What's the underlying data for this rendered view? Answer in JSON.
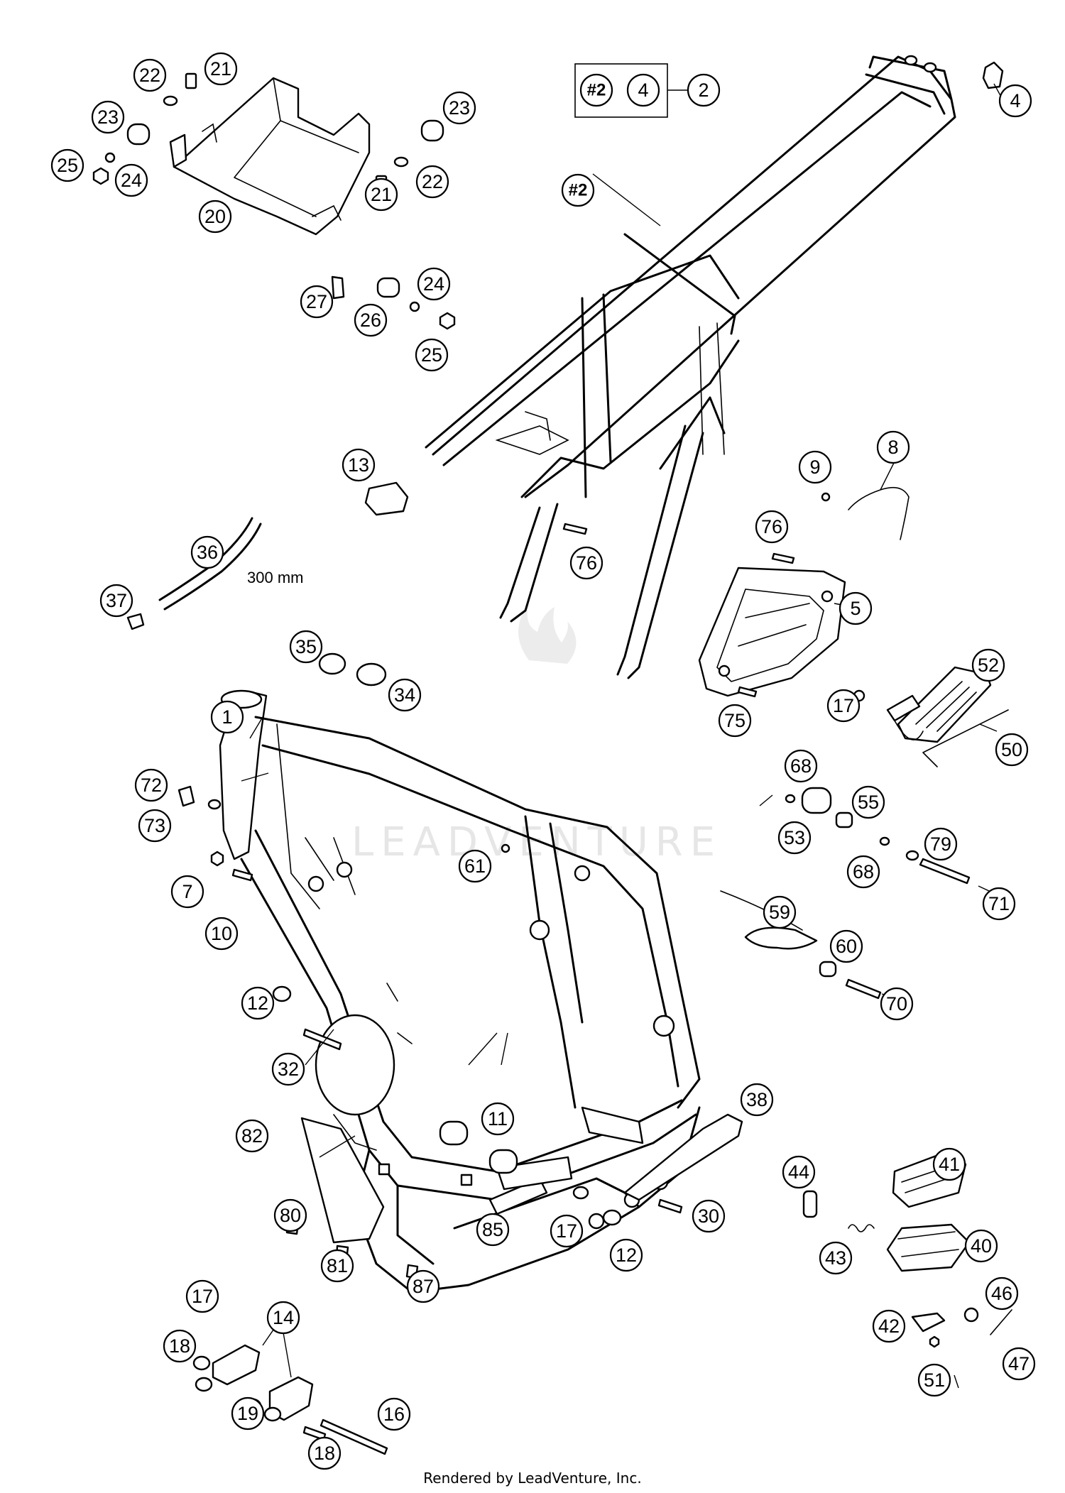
{
  "footer": "Rendered by LeadVenture, Inc.",
  "watermark": "LEADVENTURE",
  "hose_length_label": "300 mm",
  "kit_box": {
    "ref": "#2",
    "qty": "4",
    "target": "2"
  },
  "subframe_ref": "#2",
  "callouts": [
    "1",
    "2",
    "4",
    "5",
    "7",
    "8",
    "9",
    "10",
    "11",
    "12",
    "13",
    "14",
    "16",
    "17",
    "18",
    "19",
    "20",
    "21",
    "22",
    "23",
    "24",
    "25",
    "26",
    "27",
    "30",
    "32",
    "34",
    "35",
    "36",
    "37",
    "38",
    "40",
    "41",
    "42",
    "43",
    "44",
    "46",
    "47",
    "50",
    "51",
    "52",
    "53",
    "55",
    "59",
    "60",
    "61",
    "68",
    "70",
    "71",
    "72",
    "73",
    "75",
    "76",
    "79",
    "80",
    "81",
    "82",
    "85",
    "87"
  ]
}
